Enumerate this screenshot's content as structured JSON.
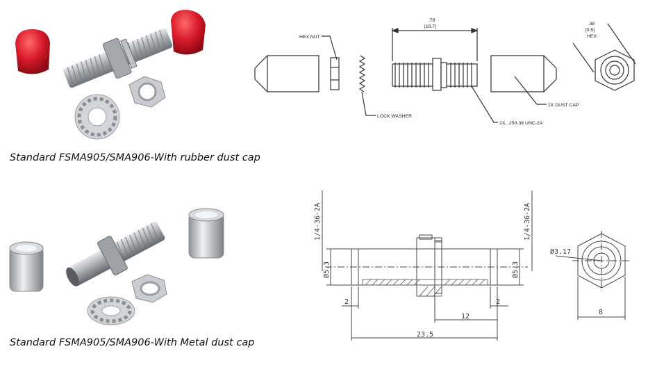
{
  "captions": {
    "top": "Standard FSMA905/SMA906-With rubber dust cap",
    "bottom": "Standard FSMA905/SMA906-With Metal dust cap"
  },
  "top_drawing": {
    "hex_nut": "HEX NUT",
    "lock_washer": "LOCK WASHER",
    "thread_spec": "2X, .250-36 UNC-2A",
    "dust_cap": "2X DUST CAP",
    "length_in": ".78",
    "length_mm": "[19.7]",
    "hex_in": ".38",
    "hex_mm": "[9.5]",
    "hex_word": "HEX"
  },
  "bottom_drawing": {
    "thread_left": "1/4-36-2A",
    "thread_right": "1/4-36-2A",
    "dia_left": "Ø5.3",
    "dia_right": "Ø5.3",
    "end_left": "2",
    "end_right": "2",
    "mid_len": "12",
    "total_len": "23.5",
    "bore_dia": "Ø3.17",
    "hex_width": "8"
  },
  "colors": {
    "cap_red": "#d81a2a",
    "metal": "#b9bdc2",
    "line": "#333333"
  }
}
